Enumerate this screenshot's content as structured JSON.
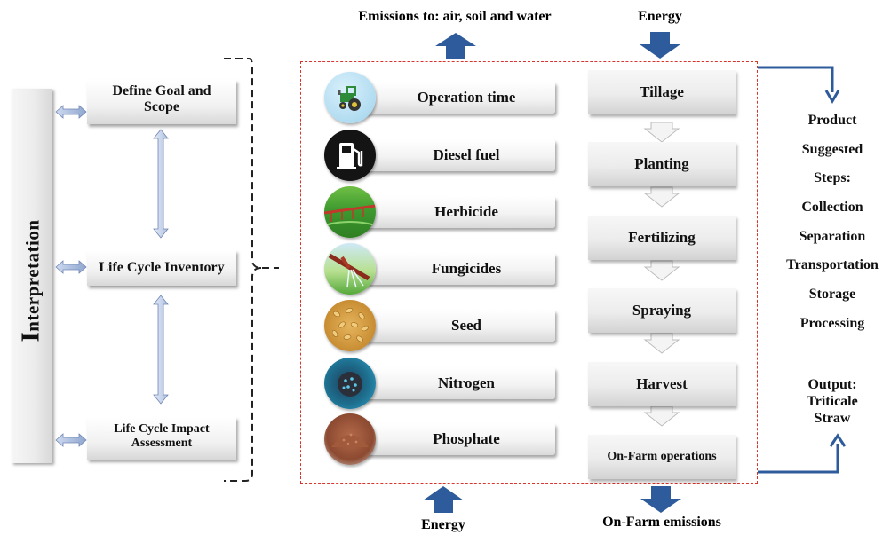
{
  "interpretation_label": "Interpretation",
  "phases": {
    "goal_line1": "Define Goal and",
    "goal_line2": "Scope",
    "inventory": "Life Cycle Inventory",
    "impact_line1": "Life Cycle Impact",
    "impact_line2": "Assessment"
  },
  "top": {
    "emissions_label": "Emissions to: air, soil and water",
    "energy_label": "Energy"
  },
  "bottom": {
    "energy_label": "Energy",
    "emissions_label": "On-Farm emissions"
  },
  "inputs": [
    {
      "label": "Operation time",
      "icon": "tractor-icon"
    },
    {
      "label": "Diesel fuel",
      "icon": "fuel-pump-icon"
    },
    {
      "label": "Herbicide",
      "icon": "herbicide-field-icon"
    },
    {
      "label": "Fungicides",
      "icon": "fungicide-spray-icon"
    },
    {
      "label": "Seed",
      "icon": "seed-grain-icon"
    },
    {
      "label": "Nitrogen",
      "icon": "nitrogen-fertilizer-icon"
    },
    {
      "label": "Phosphate",
      "icon": "phosphate-soil-icon"
    }
  ],
  "steps": [
    "Tillage",
    "Planting",
    "Fertilizing",
    "Spraying",
    "Harvest",
    "On-Farm operations"
  ],
  "right_column": {
    "product": "Product",
    "suggested": "Suggested",
    "steps": "Steps:",
    "items": [
      "Collection",
      "Separation",
      "Transportation",
      "Storage",
      "Processing"
    ],
    "output_line1": "Output:",
    "output_line2": "Triticale",
    "output_line3": "Straw"
  },
  "colors": {
    "arrow_blue": "#2d5b9b",
    "frame_red": "#d9342b",
    "double_arrow": "#9db3d6"
  }
}
